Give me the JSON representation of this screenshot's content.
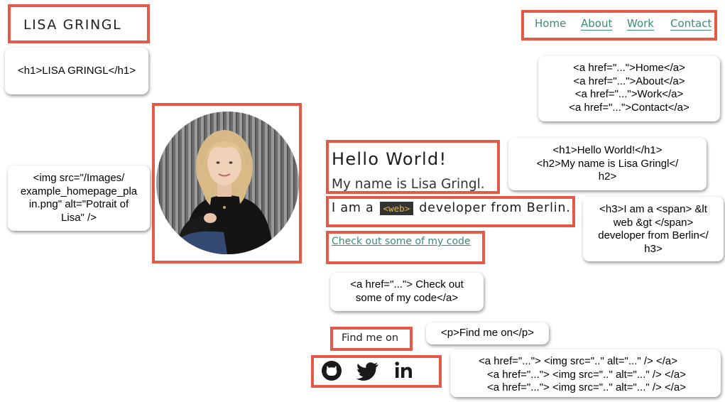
{
  "site": {
    "logo": "LISA GRINGL",
    "nav": [
      {
        "label": "Home",
        "underlined": false
      },
      {
        "label": "About",
        "underlined": true
      },
      {
        "label": "Work",
        "underlined": true
      },
      {
        "label": "Contact",
        "underlined": true
      }
    ],
    "heading": "Hello World!",
    "subheading": "My name is Lisa Gringl.",
    "tagline_before": "I am a",
    "tagline_tag": "<web>",
    "tagline_after": "developer from Berlin.",
    "code_link": "Check out some of my code",
    "find_me": "Find me on",
    "social_icons": [
      "github-icon",
      "twitter-icon",
      "linkedin-icon"
    ]
  },
  "annotations": {
    "logo": [
      "<h1>LISA GRINGL</h1>"
    ],
    "nav": [
      "<a href=\"...\">Home</a>",
      "<a href=\"...\">About</a>",
      "<a href=\"...\">Work</a>",
      "<a href=\"...\">Contact</a>"
    ],
    "image": [
      "<img src=\"/Images/",
      "example_homepage_pla",
      "in.png\" alt=\"Potrait of",
      "Lisa\" />"
    ],
    "headings": [
      "<h1>Hello World!</h1>",
      "<h2>My name is Lisa Gringl</",
      "h2>"
    ],
    "tagline": [
      "<h3>I am a <span> &lt",
      "web &gt </span>",
      "developer from Berlin</",
      "h3>"
    ],
    "code_link": [
      "<a href=\"...\"> Check out",
      "some of my code</a>"
    ],
    "find_me": [
      "<p>Find me on</p>"
    ],
    "social": [
      "<a href=\"...\"> <img src=\"..\" alt=\"...\" /> </a>",
      "<a href=\"...\"> <img src=\"..\" alt=\"...\" /> </a>",
      "<a href=\"...\"> <img src=\"..\" alt=\"...\" /> </a>"
    ]
  },
  "colors": {
    "highlight_box": "#e35a46",
    "link": "#3e8a78",
    "tag_bg": "#333333",
    "tag_text": "#e5b94a"
  }
}
